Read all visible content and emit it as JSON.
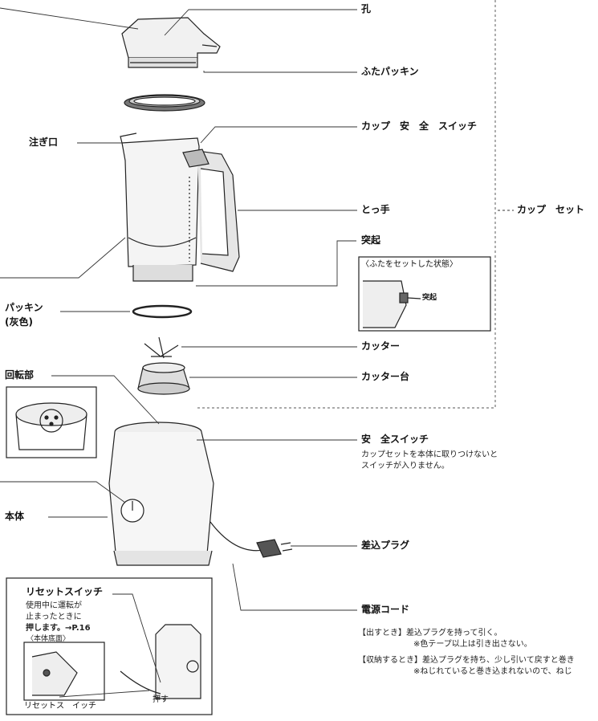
{
  "labels": {
    "hole": "孔",
    "lid_packing": "ふたパッキン",
    "cup_safety_switch": "カップ　安　全　スイッチ",
    "spout": "注ぎ口",
    "handle": "とっ手",
    "cup_set": "カップ　セット",
    "protrusion": "突起",
    "lid_set_state": "〈ふたをセットした状態〉",
    "protrusion_inset": "突起",
    "packing": "パッキン",
    "packing_color": "(灰色)",
    "cutter": "カッター",
    "rotating_part": "回転部",
    "cutter_base": "カッター台",
    "safety_switch": "安　全スイッチ",
    "main_body": "本体",
    "plug": "差込プラグ",
    "reset_switch": "リセットスイッチ",
    "power_cord": "電源コード",
    "body_bottom": "〈本体底面〉",
    "reset_switch_inset": "リセットス　イッチ",
    "push": "押す"
  },
  "notes": {
    "safety_switch_line1": "カップセットを本体に取りつけないと",
    "safety_switch_line2": "スイッチが入りません。",
    "reset_line1": "使用中に運転が",
    "reset_line2": "止まったときに",
    "reset_line3": "押します。→P.16",
    "cord_out": "【出すとき】差込プラグを持って引く。",
    "cord_out_sub": "※色テープ以上は引き出さない。",
    "cord_in": "【収納するとき】差込プラグを持ち、少し引いて戻すと巻き",
    "cord_in_sub": "※ねじれていると巻き込まれないので、ねじ"
  }
}
